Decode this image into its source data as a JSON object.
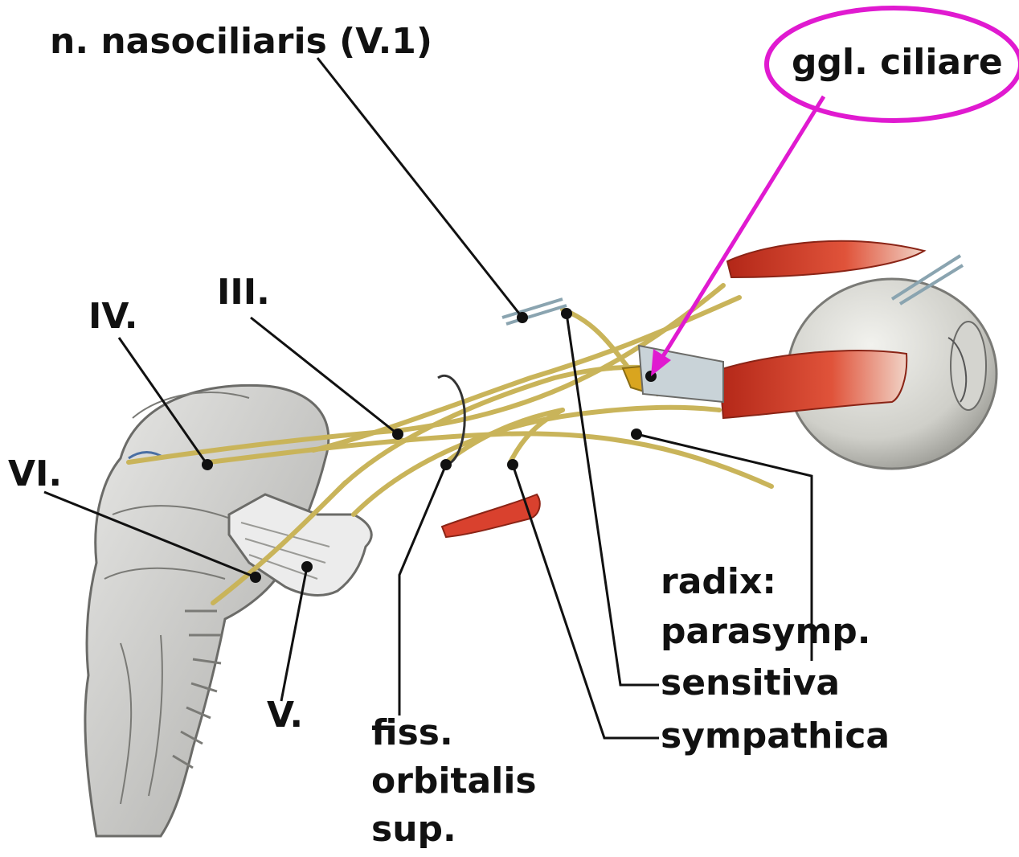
{
  "labels": {
    "nasociliaris": "n. nasociliaris (V.1)",
    "ciliare": "ggl. ciliare",
    "iii": "III.",
    "iv": "IV.",
    "vi": "VI.",
    "v": "V.",
    "fiss_1": "fiss.",
    "fiss_2": "orbitalis",
    "fiss_3": "sup.",
    "radix": "radix:",
    "parasymp": "parasymp.",
    "sensitiva": "sensitiva",
    "sympathica": "sympathica"
  },
  "colors": {
    "highlight": "#e01ad0",
    "nerve": "#c9b45a",
    "muscle": "#d9412e",
    "leader": "#111111"
  }
}
